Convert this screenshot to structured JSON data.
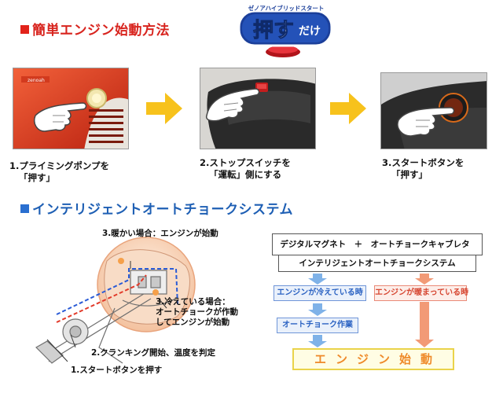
{
  "section1": {
    "title": "簡単エンジン始動方法"
  },
  "logo": {
    "top_text": "ゼノアハイブリッドスタート",
    "main": "押す",
    "suffix": "だけ"
  },
  "photo1": {
    "brand": "zenoah"
  },
  "steps": [
    {
      "line1": "1.プライミングポンプを",
      "line2": "「押す」"
    },
    {
      "line1": "2.ストップスイッチを",
      "line2": "「運転」側にする"
    },
    {
      "line1": "3.スタートボタンを",
      "line2": "「押す」"
    }
  ],
  "section2": {
    "title": "インテリジェントオートチョークシステム"
  },
  "diagram": {
    "callout_warm": "3.暖かい場合：エンジンが始動",
    "callout_cold": [
      "3.冷えている場合：",
      "オートチョークが作動",
      "してエンジンが始動"
    ],
    "callout_crank": "2.クランキング開始、温度を判定",
    "callout_button": "1.スタートボタンを押す"
  },
  "flow": {
    "components": "デジタルマグネト　＋　オートチョークキャブレタ",
    "system": "インテリジェントオートチョークシステム",
    "cold": "エンジンが冷えている時",
    "warm": "エンジンが暖まっている時",
    "choke": "オートチョーク作業",
    "start": "エンジン始動"
  },
  "colors": {
    "heading1": "#d8241e",
    "heading2": "#1e5fb4",
    "arrow_yellow": "#f7c21c",
    "flow_blue": "#7fb2e8",
    "flow_orange": "#f29a76",
    "start_text": "#ef8a2a"
  },
  "icons": [
    "pointing-hand-icon",
    "arrow-right-icon",
    "arrow-down-icon"
  ]
}
